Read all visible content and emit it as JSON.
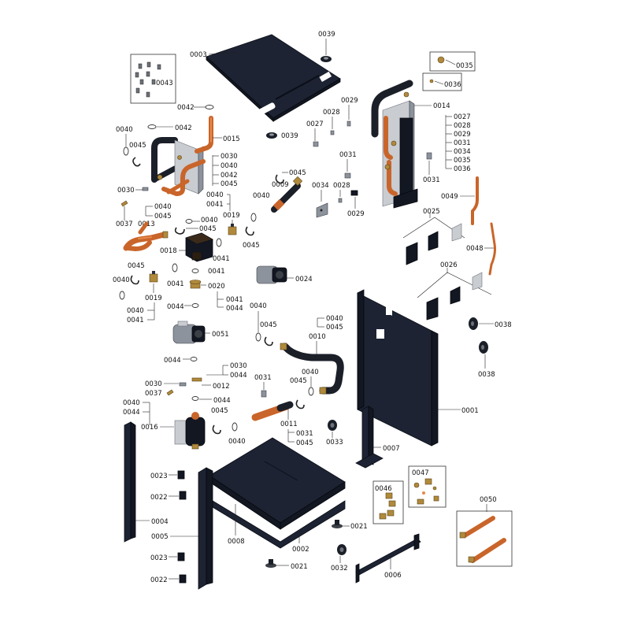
{
  "labels": {
    "p0001": "0001",
    "p0002": "0002",
    "p0003": "0003",
    "p0004": "0004",
    "p0005": "0005",
    "p0006": "0006",
    "p0007": "0007",
    "p0008": "0008",
    "p0009": "0009",
    "p0010": "0010",
    "p0011": "0011",
    "p0012": "0012",
    "p0013": "0013",
    "p0014": "0014",
    "p0015": "0015",
    "p0016": "0016",
    "p0018": "0018",
    "p0019": "0019",
    "p0020": "0020",
    "p0021": "0021",
    "p0022": "0022",
    "p0023": "0023",
    "p0024": "0024",
    "p0025": "0025",
    "p0026": "0026",
    "p0027": "0027",
    "p0028": "0028",
    "p0029": "0029",
    "p0030": "0030",
    "p0031": "0031",
    "p0032": "0032",
    "p0033": "0033",
    "p0034": "0034",
    "p0035": "0035",
    "p0036": "0036",
    "p0037": "0037",
    "p0038": "0038",
    "p0039": "0039",
    "p0040": "0040",
    "p0041": "0041",
    "p0042": "0042",
    "p0043": "0043",
    "p0044": "0044",
    "p0045": "0045",
    "p0046": "0046",
    "p0047": "0047",
    "p0048": "0048",
    "p0049": "0049",
    "p0050": "0050",
    "p0051": "0051"
  },
  "colors": {
    "frame": "#1d2333",
    "copper": "#c9652a",
    "brass": "#b08a3c",
    "pipe_black": "#1b1f28",
    "background": "#ffffff"
  }
}
